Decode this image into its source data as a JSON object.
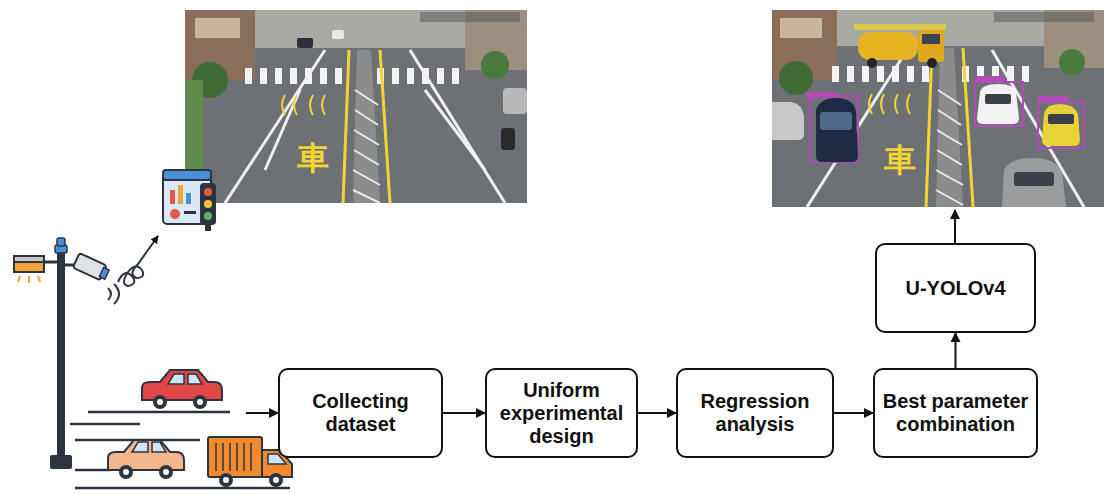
{
  "diagram": {
    "nodes": [
      {
        "text": [
          "Collecting dataset"
        ]
      },
      {
        "text": [
          "Uniform experimental design"
        ]
      },
      {
        "text": [
          "Regression analysis"
        ]
      },
      {
        "text": [
          "Best parameter combination"
        ]
      },
      {
        "text": [
          "U-YOLOv4"
        ]
      }
    ],
    "edges": [
      {
        "from": 0,
        "to": 1,
        "arrow": "to"
      },
      {
        "from": 1,
        "to": 2,
        "arrow": "to"
      },
      {
        "from": 2,
        "to": 3,
        "arrow": "to"
      },
      {
        "from": 3,
        "to": 4,
        "arrow": "to"
      }
    ],
    "labels": [
      "車",
      "車"
    ]
  }
}
